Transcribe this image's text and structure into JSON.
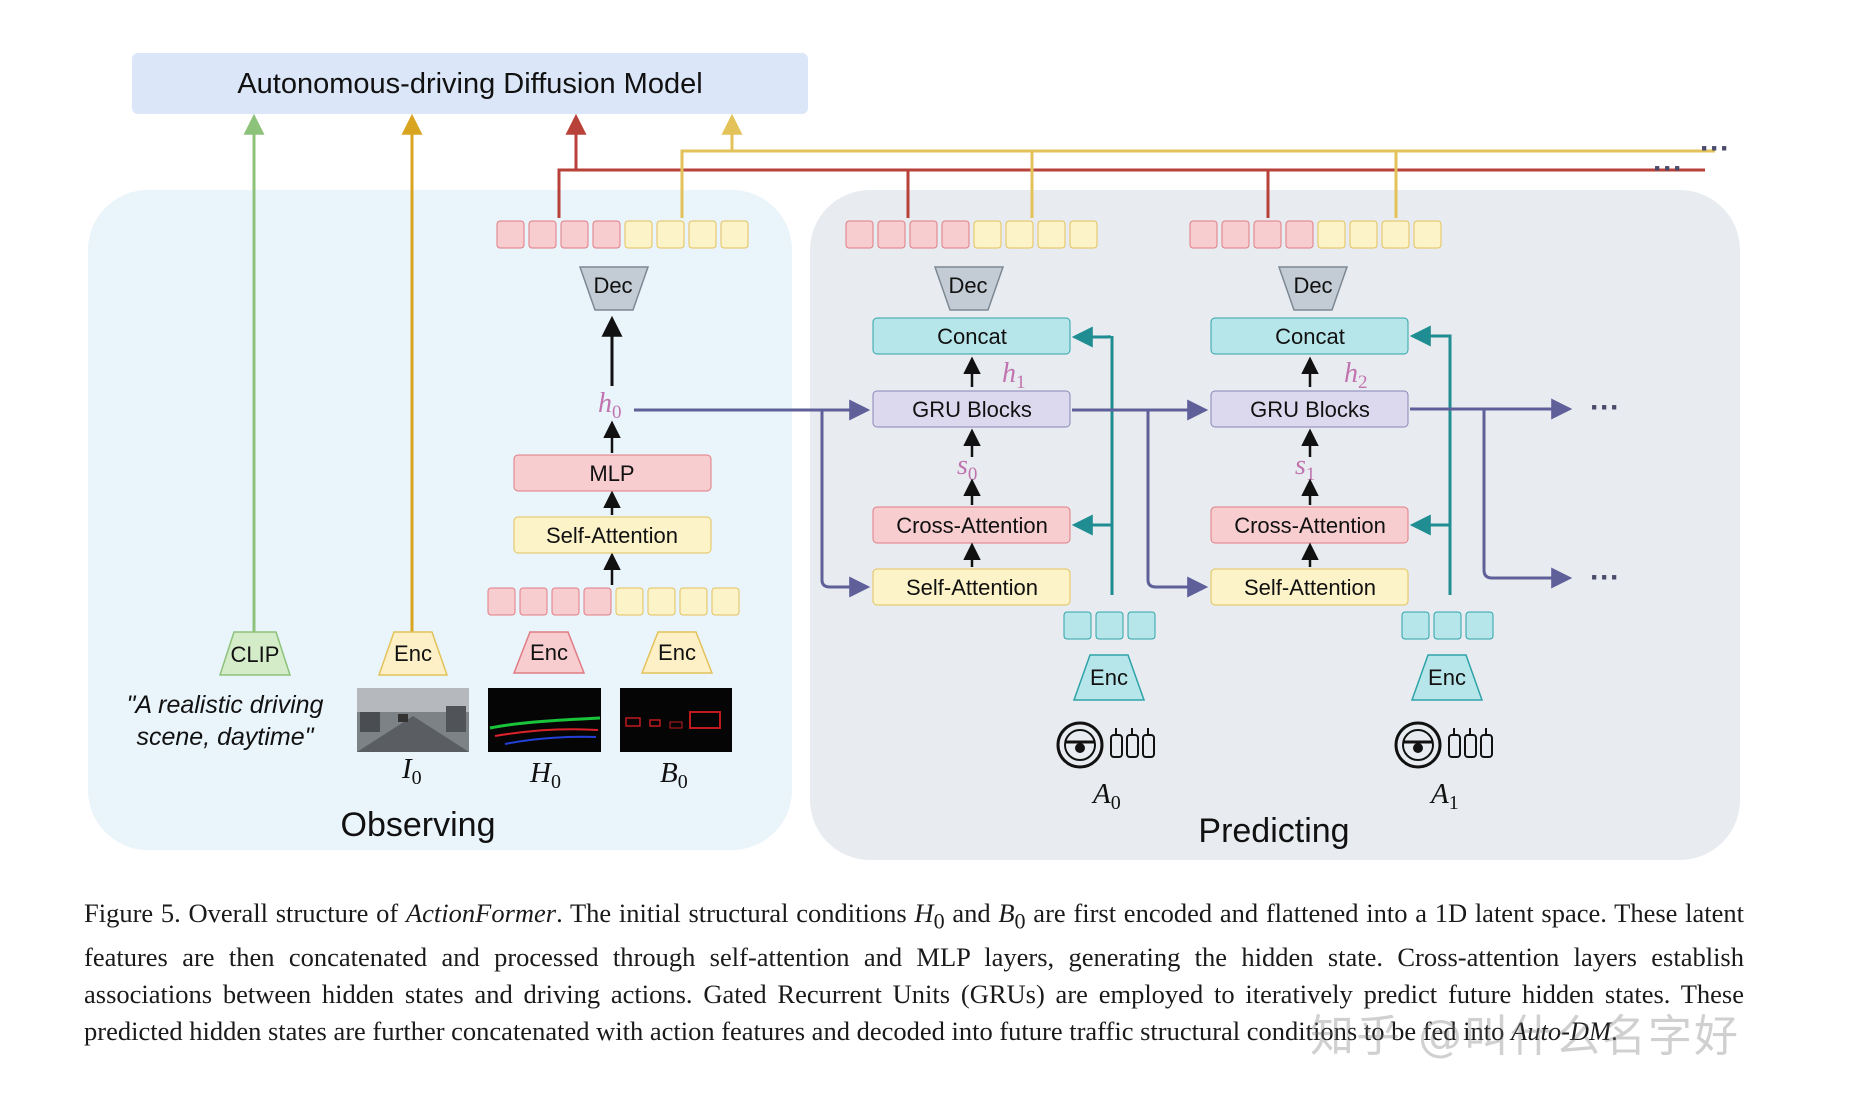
{
  "diagram": {
    "top_box": "Autonomous-driving Diffusion Model",
    "panel_observing": "Observing",
    "panel_predicting": "Predicting",
    "clip_label": "CLIP",
    "enc_label": "Enc",
    "dec_label": "Dec",
    "prompt_line1": "\"A realistic driving",
    "prompt_line2": "scene, daytime\"",
    "mlp_label": "MLP",
    "self_attention_label": "Self-Attention",
    "cross_attention_label": "Cross-Attention",
    "gru_label": "GRU Blocks",
    "concat_label": "Concat",
    "ellipsis": "···",
    "vars": {
      "I0": {
        "base": "I",
        "sub": "0"
      },
      "H0": {
        "base": "H",
        "sub": "0"
      },
      "B0": {
        "base": "B",
        "sub": "0"
      },
      "A0": {
        "base": "A",
        "sub": "0"
      },
      "A1": {
        "base": "A",
        "sub": "1"
      },
      "h0": {
        "base": "h",
        "sub": "0"
      },
      "h1": {
        "base": "h",
        "sub": "1"
      },
      "h2": {
        "base": "h",
        "sub": "2"
      },
      "s0": {
        "base": "s",
        "sub": "0"
      },
      "s1": {
        "base": "s",
        "sub": "1"
      }
    },
    "colors": {
      "panel_obs": "#eaf4fb",
      "panel_pred": "#e8ecf0",
      "top_box": "#dbe7f8",
      "red_token": "#f7cdd0",
      "yellow_token": "#fdf3c8",
      "cyan_token": "#b6e6ea",
      "mlp": "#f7cdd0",
      "self_attn": "#fdf3c8",
      "gru": "#dcd9ee",
      "concat": "#b6e6ea",
      "dec": "#c3ccd4",
      "arrow_green": "#8dc27a",
      "arrow_gold": "#d9a520",
      "arrow_red": "#b8413a",
      "arrow_yellow": "#e3c25a",
      "arrow_purple": "#5f5f99",
      "arrow_teal": "#1f8d92"
    }
  },
  "caption": {
    "label": "Figure 5.",
    "t1": " Overall structure of ",
    "name": "ActionFormer",
    "t2": ". The initial structural conditions ",
    "t3": " and ",
    "t4": " are first encoded and flattened into a 1D latent space.  These latent features are then concatenated and processed through self-attention and MLP layers, generating the hidden state.  Cross-attention layers establish associations between hidden states and driving actions.  Gated Recurrent Units (GRUs) are employed to iteratively predict future hidden states. These predicted hidden states are further concatenated with action features and decoded into future traffic structural conditions to be fed into ",
    "model": "Auto-DM",
    "t5": "."
  },
  "watermark": "知乎 @叫什么名字好"
}
